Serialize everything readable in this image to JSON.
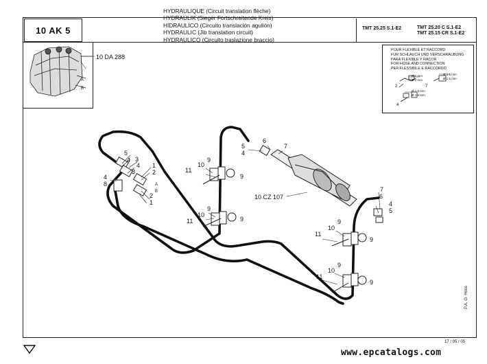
{
  "code": "10 AK 5",
  "titles": [
    "HYDRAULIQUE (Circuit translation flèche)",
    "HYDRAULIK (Sieger Fortschreitende Kreis)",
    "HIDRAULICO (Circuito translación agulión)",
    "HYDRAULIC (Jib translation circuit)",
    "HYDRAULICO (Circuito traslazione braccio)"
  ],
  "models": {
    "left": "TMT 25.25 S.1-E2",
    "right_1": "TMT 25.20 C S.1-E2",
    "right_2": "TMT 25.15 CR S.1-E2"
  },
  "thumb": {
    "ref": "10 DA 288",
    "port_a": "A",
    "port_b": "B"
  },
  "legend": {
    "lines": [
      "POUR FLEXIBLE ET RACCORD",
      "FUR SCHLAUCH UND VERSCHRAUBUNG",
      "PARA FLEXIBLE Y RACOR",
      "FOR HOSE AND CONNECTION",
      "PER FLESSIBILE E RACCORDO"
    ],
    "items": [
      "2",
      "7",
      "4"
    ],
    "dims": [
      "Ø 2 mm",
      "Ø 2 mm",
      "Ø 1.5 mm",
      "Ø 1.5 mm",
      "Ø 1.5 mm",
      "Ø 1.5 mm"
    ]
  },
  "callouts": {
    "valve": [
      "5",
      "4",
      "3",
      "4",
      "3",
      "1",
      "2",
      "2",
      "1",
      "4",
      "8",
      "A",
      "B"
    ],
    "top": [
      "5",
      "4",
      "6",
      "7"
    ],
    "cyl": "10 CZ 107",
    "right": [
      "7",
      "6",
      "4",
      "5"
    ],
    "clamp1": [
      "11",
      "10",
      "9",
      "9"
    ],
    "clamp2": [
      "9",
      "11",
      "10",
      "9"
    ],
    "clamp3": [
      "9",
      "10",
      "11",
      "9"
    ],
    "clamp4": [
      "11",
      "10",
      "9",
      "9"
    ]
  },
  "footer": {
    "date": "17 / 05 / 05",
    "vertical": "P.A. O. Hoss",
    "watermark": "www.epcatalogs.com"
  }
}
